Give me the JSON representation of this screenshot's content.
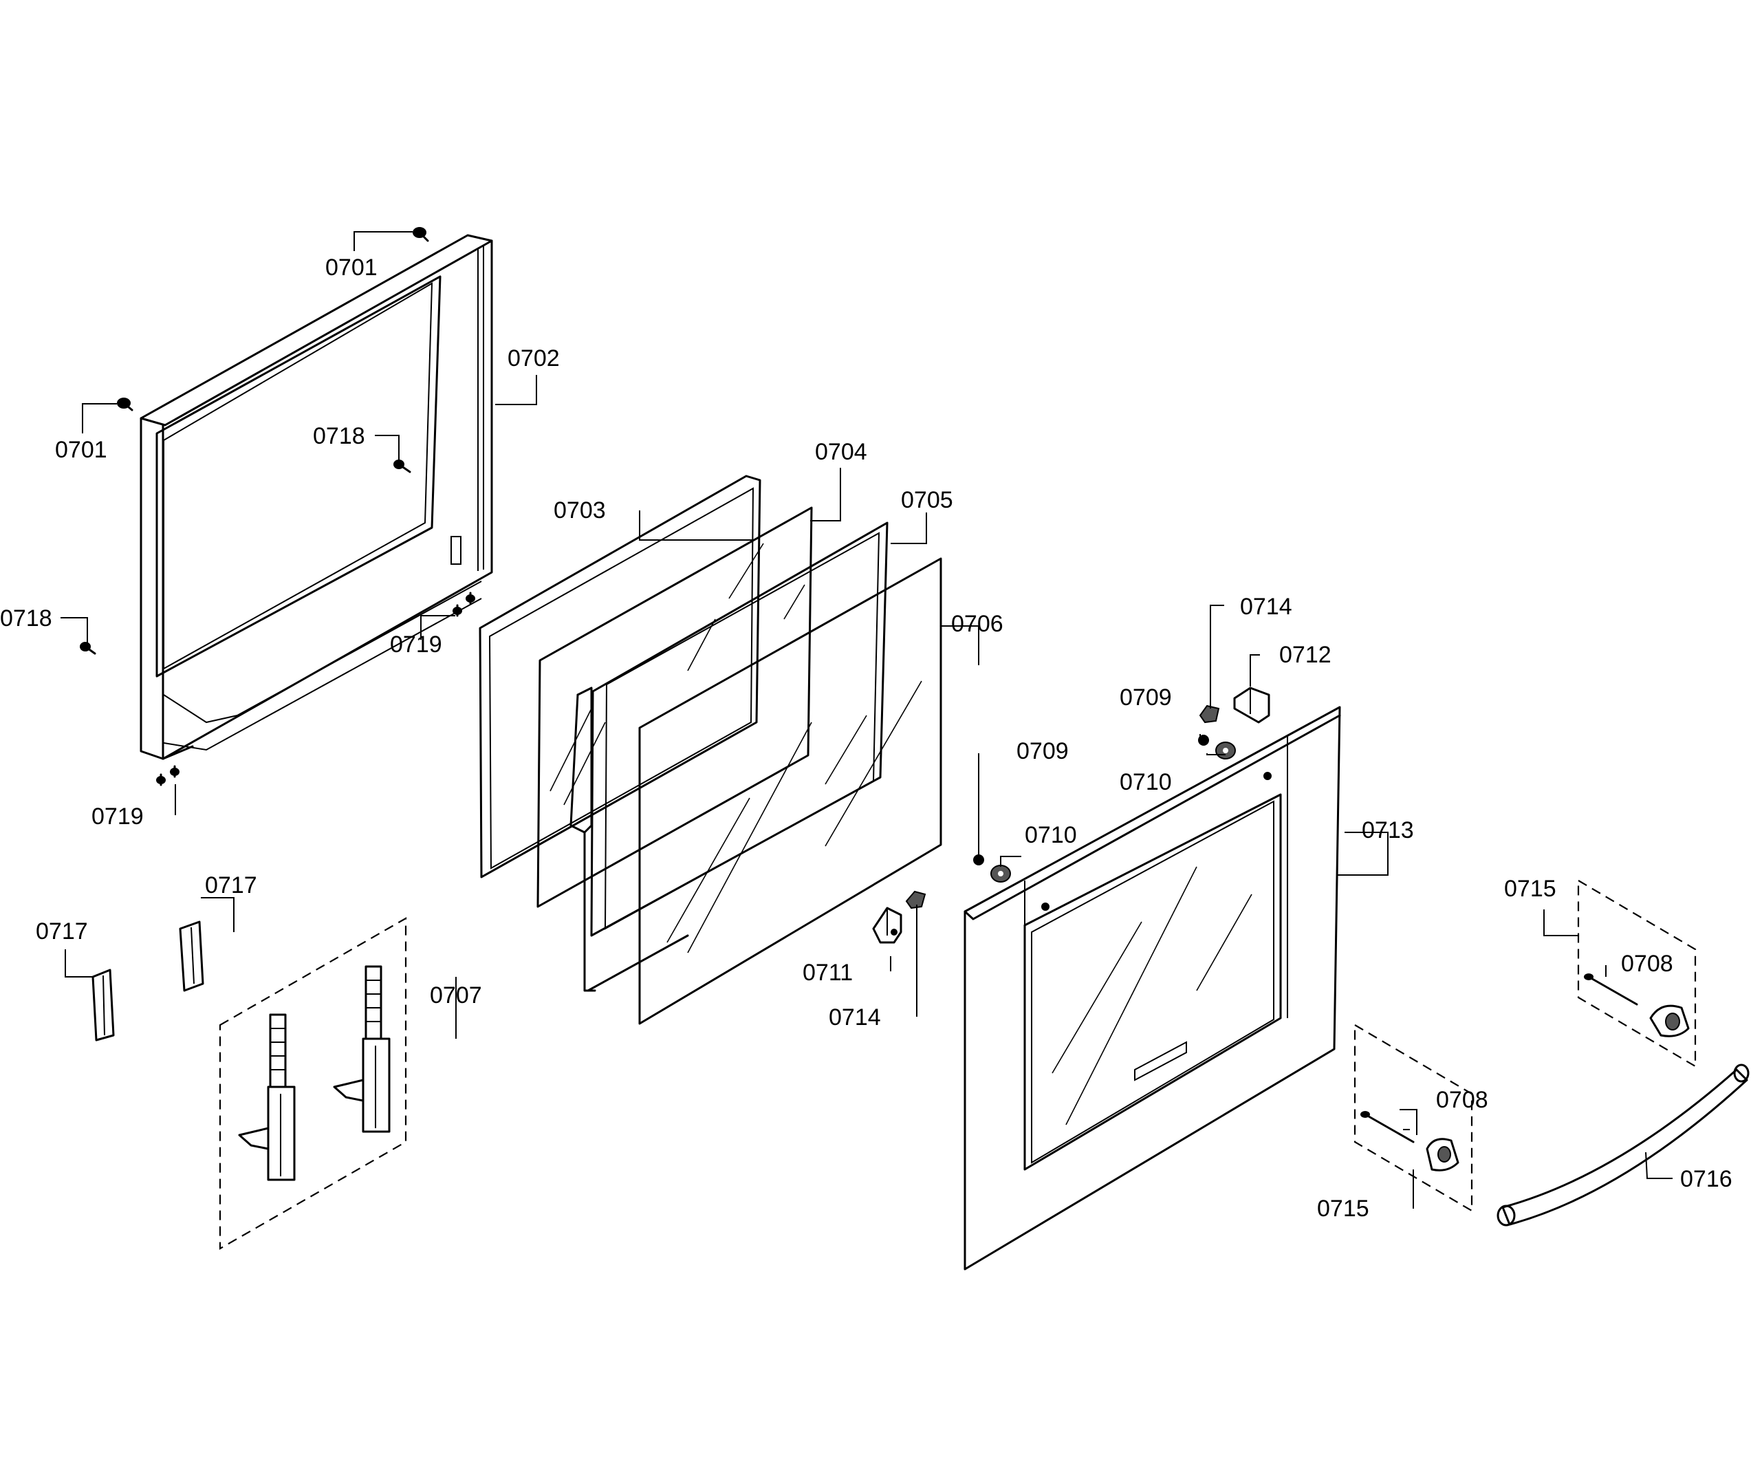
{
  "labels": {
    "p0701a": "0701",
    "p0701b": "0701",
    "p0702": "0702",
    "p0703": "0703",
    "p0704": "0704",
    "p0705": "0705",
    "p0706": "0706",
    "p0707": "0707",
    "p0708a": "0708",
    "p0708b": "0708",
    "p0709a": "0709",
    "p0709b": "0709",
    "p0710a": "0710",
    "p0710b": "0710",
    "p0711": "0711",
    "p0712": "0712",
    "p0713": "0713",
    "p0714a": "0714",
    "p0714b": "0714",
    "p0715a": "0715",
    "p0715b": "0715",
    "p0716": "0716",
    "p0717a": "0717",
    "p0717b": "0717",
    "p0718a": "0718",
    "p0718b": "0718",
    "p0719a": "0719",
    "p0719b": "0719"
  }
}
